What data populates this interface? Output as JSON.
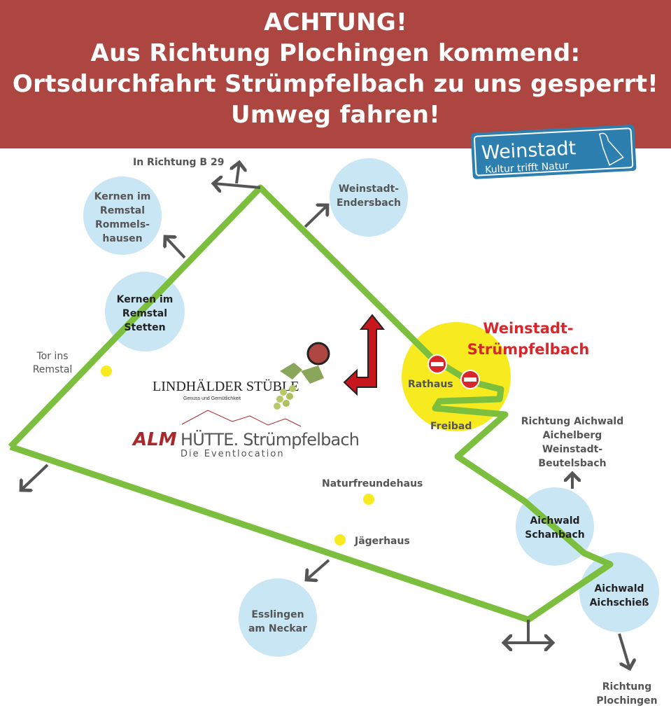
{
  "header": {
    "line1": "ACHTUNG!",
    "line2": "Aus Richtung Plochingen kommend:",
    "line3": "Ortsdurchfahrt Strümpfelbach zu uns gesperrt!",
    "line4": "Umweg fahren!"
  },
  "sign": {
    "title": "Weinstadt",
    "subtitle": "Kultur trifft Natur"
  },
  "places": {
    "rommelshausen": [
      "Kernen im",
      "Remstal",
      "Rommels-",
      "hausen"
    ],
    "endersbach": [
      "Weinstadt-",
      "Endersbach"
    ],
    "stetten": [
      "Kernen im",
      "Remstal",
      "Stetten"
    ],
    "schanbach": [
      "Aichwald",
      "Schanbach"
    ],
    "aichschiess": [
      "Aichwald",
      "Aichschieß"
    ],
    "esslingen": [
      "Esslingen",
      "am Neckar"
    ],
    "struempfelbach": [
      "Weinstadt-",
      "Strümpfelbach"
    ]
  },
  "labels": {
    "b29": "In Richtung B 29",
    "tor": [
      "Tor ins",
      "Remstal"
    ],
    "rathaus": "Rathaus",
    "freibad": "Freibad",
    "aichwald_dir": [
      "Richtung Aichwald",
      "Aichelberg",
      "Weinstadt-",
      "Beutelsbach"
    ],
    "naturfreundehaus": "Naturfreundehaus",
    "jaegerhaus": "Jägerhaus",
    "plochingen": [
      "Richtung",
      "Plochingen"
    ]
  },
  "logos": {
    "lindhaelder": "LINDHÄLDER STÜBLE",
    "lindhaelder_sub": "Genuss und Gemütlichkeit",
    "alm": "ALM",
    "huette": "HÜTTE. Strümpfelbach",
    "event": "Die Eventlocation"
  },
  "colors": {
    "header": "#ad4641",
    "route": "#7cbf3f",
    "town": "#c9e6f5",
    "highlight": "#f7ea1f",
    "warning": "#d9262b"
  }
}
